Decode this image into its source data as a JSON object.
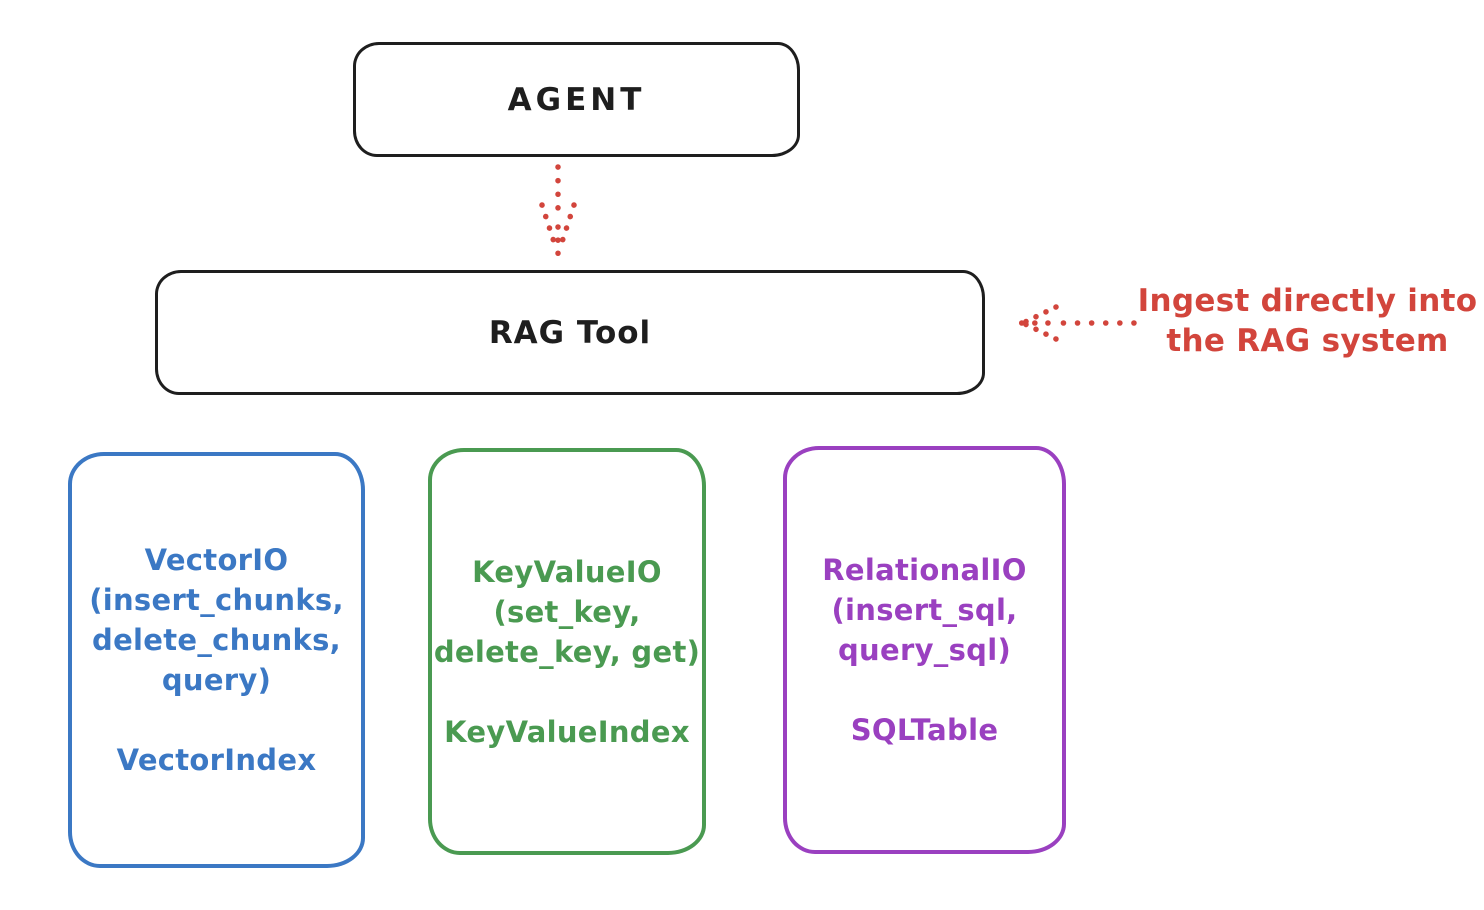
{
  "colors": {
    "ink": "#1e1e1e",
    "red": "#d2453c",
    "blue": "#3b78c4",
    "green": "#4a9a51",
    "purple": "#9a40c0",
    "background": "#ffffff"
  },
  "nodes": {
    "agent": {
      "label": "AGENT"
    },
    "rag_tool": {
      "label": "RAG Tool"
    },
    "vector_io": {
      "lines": [
        "VectorIO",
        "(insert_chunks,",
        "delete_chunks,",
        "query)"
      ],
      "index_label": "VectorIndex",
      "color": "#3b78c4"
    },
    "key_value_io": {
      "lines": [
        "KeyValueIO",
        "(set_key,",
        "delete_key, get)"
      ],
      "index_label": "KeyValueIndex",
      "color": "#4a9a51"
    },
    "relational_io": {
      "lines": [
        "RelationalIO",
        "(insert_sql,",
        "query_sql)"
      ],
      "index_label": "SQLTable",
      "color": "#9a40c0"
    }
  },
  "annotation": {
    "line1": "Ingest directly into",
    "line2": "the RAG system",
    "color": "#d2453c"
  },
  "arrows": {
    "agent_to_rag": {
      "style": "dotted",
      "direction": "down",
      "color": "#d2453c"
    },
    "annotation_to_rag": {
      "style": "dotted",
      "direction": "left",
      "color": "#d2453c"
    }
  }
}
